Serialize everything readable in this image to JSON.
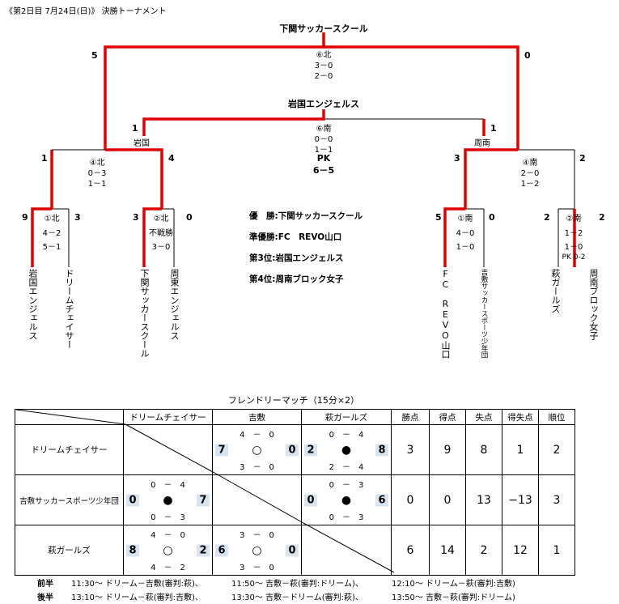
{
  "header": "《第2日目 7月24日(日)》 決勝トーナメント",
  "bracket": {
    "final": {
      "winner": "下関サッカースクール",
      "label": "⑥北",
      "scores": [
        "3－0",
        "2－0"
      ],
      "left": "5",
      "right": "0"
    },
    "third": {
      "winner": "岩国エンジェルス",
      "label": "⑥南",
      "scores": [
        "0－0",
        "1－1"
      ],
      "pk_label": "PK",
      "pk": "6－5",
      "left": "1",
      "right": "1",
      "left_name": "岩国",
      "right_name": "周南"
    },
    "semi_n": {
      "label": "④北",
      "scores": [
        "0－3",
        "1－1"
      ],
      "left": "1",
      "right": "4"
    },
    "semi_s": {
      "label": "④南",
      "scores": [
        "2－0",
        "1－2"
      ],
      "left": "3",
      "right": "2"
    },
    "qf_n1": {
      "label": "①北",
      "scores": [
        "4－2",
        "5－1"
      ],
      "left": "9",
      "right": "3"
    },
    "qf_n2": {
      "label": "②北",
      "scores": [
        "不戦勝",
        "3－0"
      ],
      "left": "3",
      "right": "0"
    },
    "qf_s1": {
      "label": "①南",
      "scores": [
        "4－0",
        "1－0"
      ],
      "left": "5",
      "right": "0"
    },
    "qf_s2": {
      "label": "②南",
      "scores": [
        "1－2",
        "1－0",
        "PK 0-2"
      ],
      "left": "2",
      "right": "2"
    },
    "teams": [
      "岩国エンジェルス",
      "ドリームチェイサー",
      "下関サッカースクール",
      "周東エンジェルス",
      "FC　REVO山口",
      "吉敷サッカースポーツ少年団",
      "萩ガールズ",
      "周南ブロック女子"
    ]
  },
  "results": [
    {
      "label": "優　勝:",
      "team": "下関サッカースクール"
    },
    {
      "label": "準優勝:",
      "team": "FC　REVO山口"
    },
    {
      "label": "第3位:",
      "team": "岩国エンジェルス"
    },
    {
      "label": "第4位:",
      "team": "周南ブロック女子"
    }
  ],
  "friendly": {
    "title": "フレンドリーマッチ（15分×2）",
    "columns": [
      "ドリームチェイサー",
      "吉敷",
      "萩ガールズ",
      "勝点",
      "得点",
      "失点",
      "得失点",
      "順位"
    ],
    "rows": [
      {
        "team": "ドリームチェイサー",
        "m1": null,
        "m2": {
          "top": "4　－　0",
          "bottom": "3　－　0",
          "l": "7",
          "sym": "○",
          "r": "0"
        },
        "m3": {
          "top": "0　－　4",
          "bottom": "2　－　4",
          "l": "2",
          "sym": "●",
          "r": "8"
        },
        "stats": [
          "3",
          "9",
          "8",
          "1",
          "2"
        ]
      },
      {
        "team": "吉敷サッカースポーツ少年団",
        "m1": {
          "top": "0　－　4",
          "bottom": "0　－　3",
          "l": "0",
          "sym": "●",
          "r": "7"
        },
        "m2": null,
        "m3": {
          "top": "0　－　3",
          "bottom": "0　－　3",
          "l": "0",
          "sym": "●",
          "r": "6"
        },
        "stats": [
          "0",
          "0",
          "13",
          "−13",
          "3"
        ]
      },
      {
        "team": "萩ガールズ",
        "m1": {
          "top": "4　－　0",
          "bottom": "4　－　2",
          "l": "8",
          "sym": "○",
          "r": "2"
        },
        "m2": {
          "top": "3　－　0",
          "bottom": "3　－　0",
          "l": "6",
          "sym": "○",
          "r": "0"
        },
        "m3": null,
        "stats": [
          "6",
          "14",
          "2",
          "12",
          "1"
        ]
      }
    ]
  },
  "schedule": [
    {
      "half": "前半",
      "items": [
        "11:30～ ドリーム－吉敷(審判:萩)、",
        "11:50～ 吉敷－萩(審判:ドリーム)、",
        "12:10～ ドリーム－萩(審判:吉敷)"
      ]
    },
    {
      "half": "後半",
      "items": [
        "13:10～ ドリーム－萩(審判:吉敷)、",
        "13:30～ 吉敷－ドリーム(審判:萩)、",
        "13:50～ 吉敷－萩(審判:ドリーム)"
      ]
    }
  ],
  "colors": {
    "win_line": "#e00000",
    "score_bg": "#d8e4f0"
  }
}
